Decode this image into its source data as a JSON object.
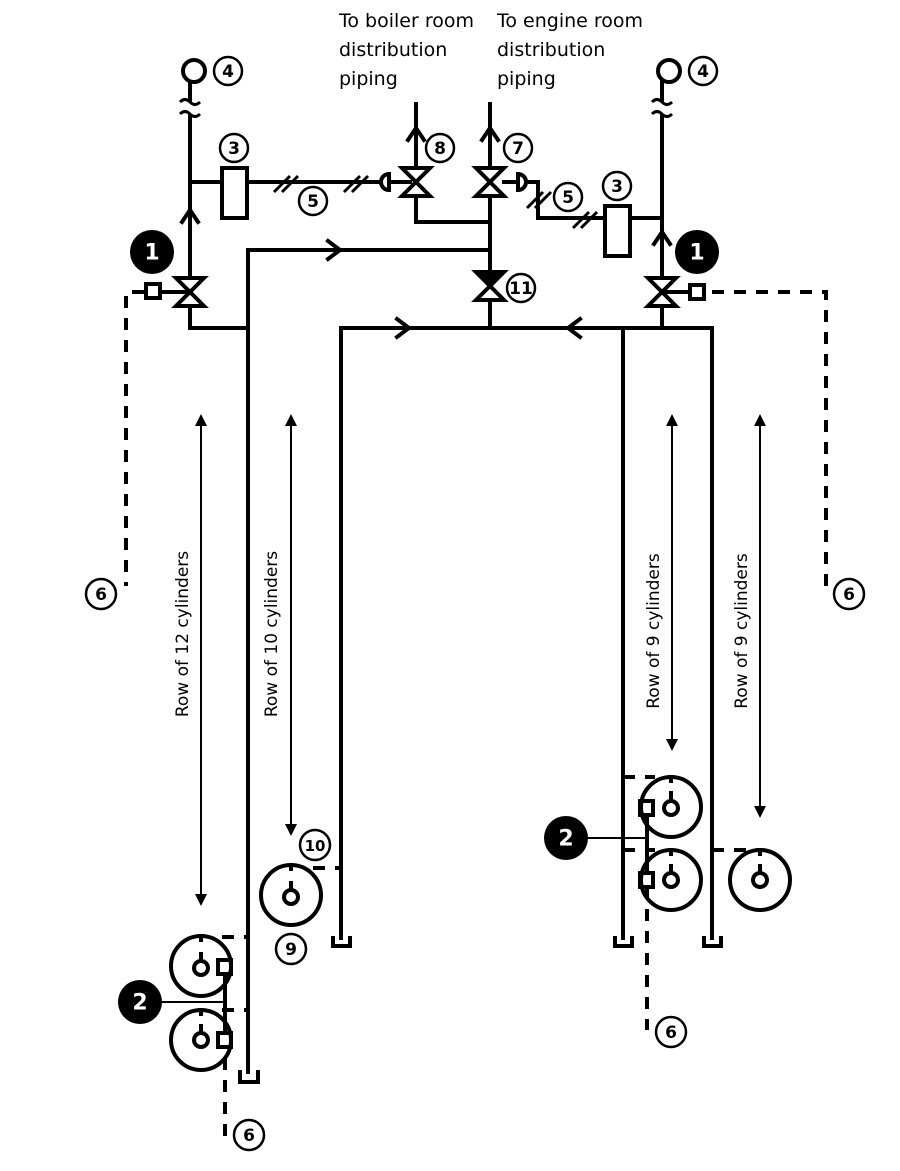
{
  "diagram": {
    "title_labels": {
      "boiler": [
        "To boiler room",
        "distribution",
        "piping"
      ],
      "engine": [
        "To engine room",
        "distribution",
        "piping"
      ]
    },
    "callouts": {
      "c1": "1",
      "c2": "2",
      "c3": "3",
      "c4": "4",
      "c5": "5",
      "c6": "6",
      "c7": "7",
      "c8": "8",
      "c9": "9",
      "c10": "10",
      "c11": "11"
    },
    "row_labels": {
      "row12": "Row of 12 cylinders",
      "row10": "Row of 10 cylinders",
      "row9a": "Row of 9 cylinders",
      "row9b": "Row of 9 cylinders"
    },
    "colors": {
      "line": "#000000",
      "background": "#ffffff"
    }
  }
}
